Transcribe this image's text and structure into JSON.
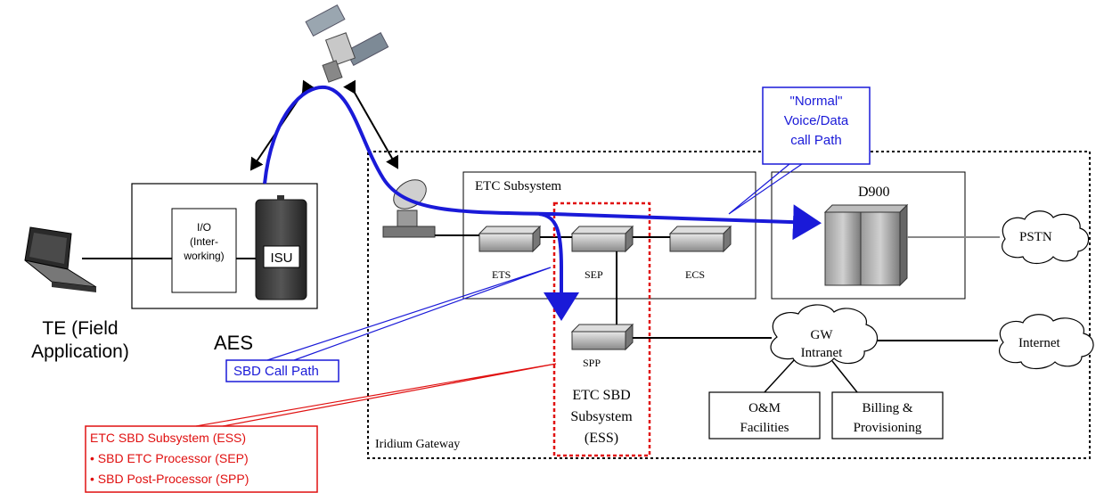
{
  "te": {
    "line1": "TE (Field",
    "line2": "Application)"
  },
  "aes": {
    "label": "AES",
    "io_line1": "I/O",
    "io_line2": "(Inter-",
    "io_line3": "working)",
    "isu": "ISU"
  },
  "gateway": {
    "label": "Iridium Gateway",
    "etc_subsystem": "ETC Subsystem",
    "ets": "ETS",
    "sep": "SEP",
    "ecs": "ECS",
    "d900": "D900",
    "spp": "SPP",
    "ess_box_line1": "ETC SBD",
    "ess_box_line2": "Subsystem",
    "ess_box_line3": "(ESS)"
  },
  "clouds": {
    "pstn": "PSTN",
    "internet": "Internet",
    "gw_line1": "GW",
    "gw_line2": "Intranet"
  },
  "facilities": {
    "om_line1": "O&M",
    "om_line2": "Facilities",
    "billing_line1": "Billing &",
    "billing_line2": "Provisioning"
  },
  "callouts": {
    "normal_line1": "\"Normal\"",
    "normal_line2": "Voice/Data",
    "normal_line3": "call Path",
    "sbd_call_path": "SBD Call Path",
    "ess_title": "ETC SBD Subsystem (ESS)",
    "ess_item1": "• SBD ETC Processor (SEP)",
    "ess_item2": "• SBD Post-Processor (SPP)"
  },
  "colors": {
    "blue_path": "#1a1ad8",
    "red_callout": "#e01010",
    "line": "#000000"
  }
}
